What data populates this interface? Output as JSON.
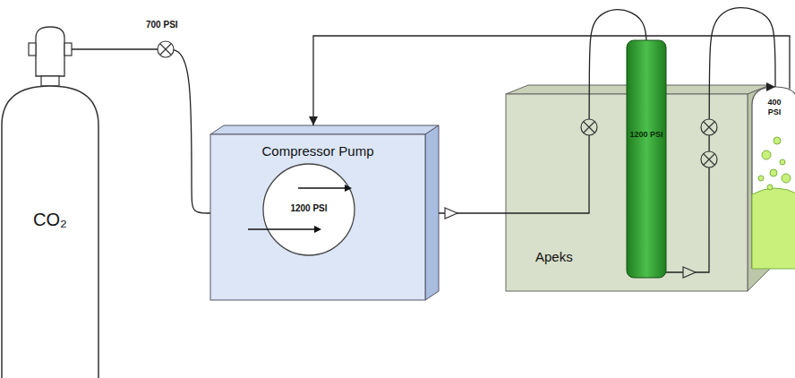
{
  "diagram": {
    "nodes": [
      {
        "text": [
          "CO₂"
        ]
      },
      {
        "text": [
          "Compressor Pump"
        ]
      },
      {
        "text": [
          "1200 PSI"
        ],
        "in": 1
      },
      {
        "text": [
          "Apeks"
        ]
      },
      {
        "text": [
          "1200 PSI"
        ],
        "in": 3
      },
      {
        "text": [
          "400 PSI"
        ]
      }
    ],
    "edges": [
      {
        "from": 0,
        "to": 1,
        "arrow": "none"
      },
      {
        "from": 1,
        "to": 4,
        "arrow": "none"
      },
      {
        "from": 4,
        "to": 5,
        "arrow": "to"
      },
      {
        "from": 5,
        "to": 1,
        "arrow": "to"
      }
    ],
    "labels": [
      "700 PSI"
    ]
  }
}
